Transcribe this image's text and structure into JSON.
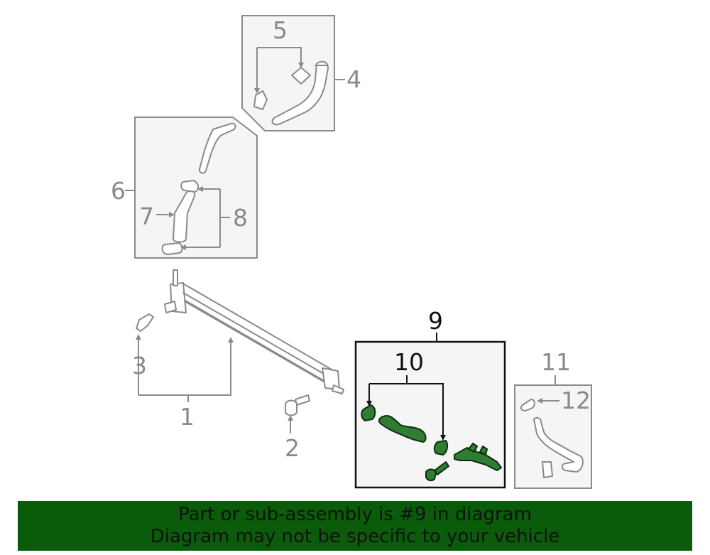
{
  "callouts": {
    "c1": "1",
    "c2": "2",
    "c3": "3",
    "c4": "4",
    "c5": "5",
    "c6": "6",
    "c7": "7",
    "c8": "8",
    "c9": "9",
    "c10": "10",
    "c11": "11",
    "c12": "12"
  },
  "colors": {
    "highlight": "#2e7d32",
    "banner": "#0a5c0a",
    "line": "#8a8a8a"
  },
  "notice": {
    "line1": "Part or sub-assembly is #9 in diagram",
    "line2": "Diagram may not be specific to your vehicle"
  }
}
